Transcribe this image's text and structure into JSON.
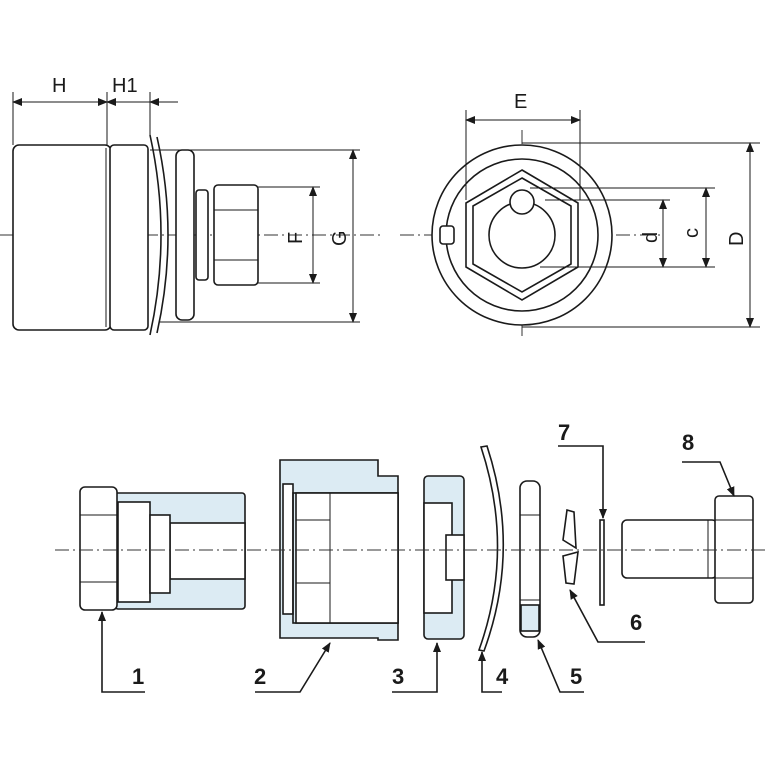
{
  "dimensions": {
    "H": "H",
    "H1": "H1",
    "F": "F",
    "G": "G",
    "E": "E",
    "d": "d",
    "c": "c",
    "D": "D"
  },
  "parts": [
    "1",
    "2",
    "3",
    "4",
    "5",
    "6",
    "7",
    "8"
  ],
  "colors": {
    "fill": "#dcebf3",
    "line": "#1a1a1a"
  }
}
